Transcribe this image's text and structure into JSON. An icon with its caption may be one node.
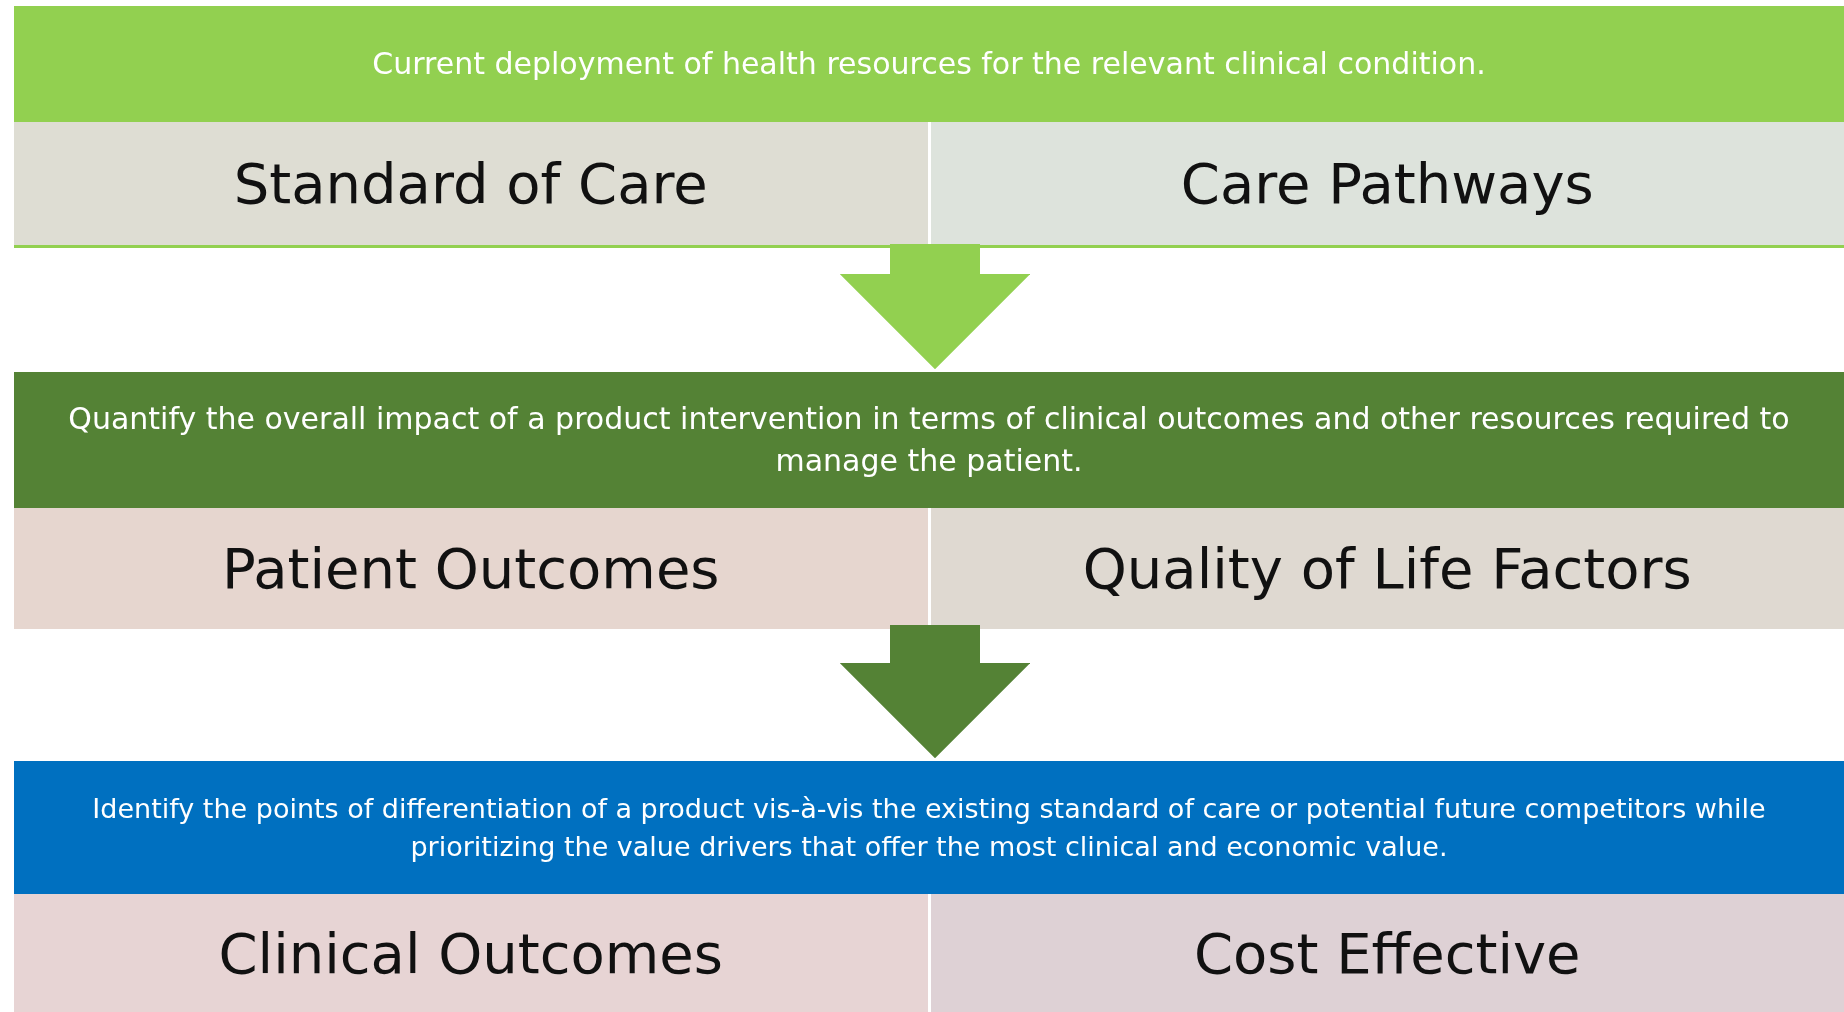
{
  "diagram": {
    "nodes": [
      {
        "text": [
          "Current deployment of health resources for the relevant clinical condition."
        ]
      },
      {
        "text": [
          "Standard of Care"
        ],
        "in": 0
      },
      {
        "text": [
          "Care Pathways"
        ],
        "in": 0
      },
      {
        "text": [
          "Quantify the overall impact of a product intervention in terms of clinical outcomes and other resources required to manage the patient."
        ]
      },
      {
        "text": [
          "Patient Outcomes"
        ],
        "in": 3
      },
      {
        "text": [
          "Quality of Life Factors"
        ],
        "in": 3
      },
      {
        "text": [
          "Identify the points of differentiation of a product vis-à-vis the existing standard of care or potential future competitors while prioritizing the value drivers that offer the most clinical and economic value."
        ]
      },
      {
        "text": [
          "Clinical Outcomes"
        ],
        "in": 6
      },
      {
        "text": [
          "Cost Effective"
        ],
        "in": 6
      }
    ],
    "edges": [
      {
        "from": 0,
        "to": 3,
        "arrow": "to",
        "color": "#92d050"
      },
      {
        "from": 3,
        "to": 6,
        "arrow": "to",
        "color": "#548235"
      }
    ]
  }
}
